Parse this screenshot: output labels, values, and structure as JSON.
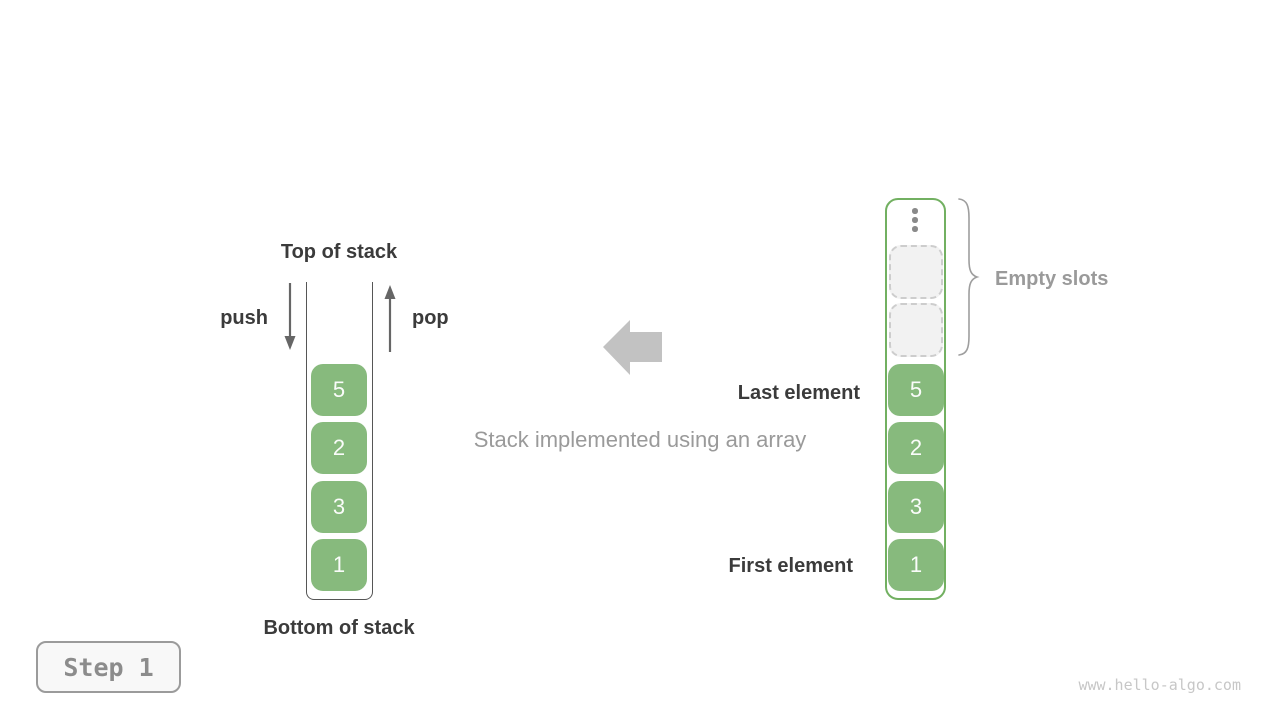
{
  "caption": "Stack implemented using an array",
  "stack_diagram": {
    "top_label": "Top of stack",
    "bottom_label": "Bottom of stack",
    "push_label": "push",
    "pop_label": "pop",
    "elements": [
      "5",
      "2",
      "3",
      "1"
    ]
  },
  "array_diagram": {
    "ellipsis_icon": "vertical-ellipsis",
    "empty_slot_count": 2,
    "empty_slots_label": "Empty slots",
    "last_element_label": "Last element",
    "first_element_label": "First element",
    "elements": [
      "5",
      "2",
      "3",
      "1"
    ]
  },
  "step_badge": {
    "label": "Step 1"
  },
  "watermark": "www.hello-algo.com",
  "colors": {
    "element_green": "#87ba7d",
    "array_border_green": "#72b061",
    "dark_text": "#3b3b3b",
    "gray_text": "#9a9a9a",
    "arrow_gray": "#c2c2c2",
    "brace_gray": "#9e9e9e",
    "arrow_dark": "#666666"
  }
}
